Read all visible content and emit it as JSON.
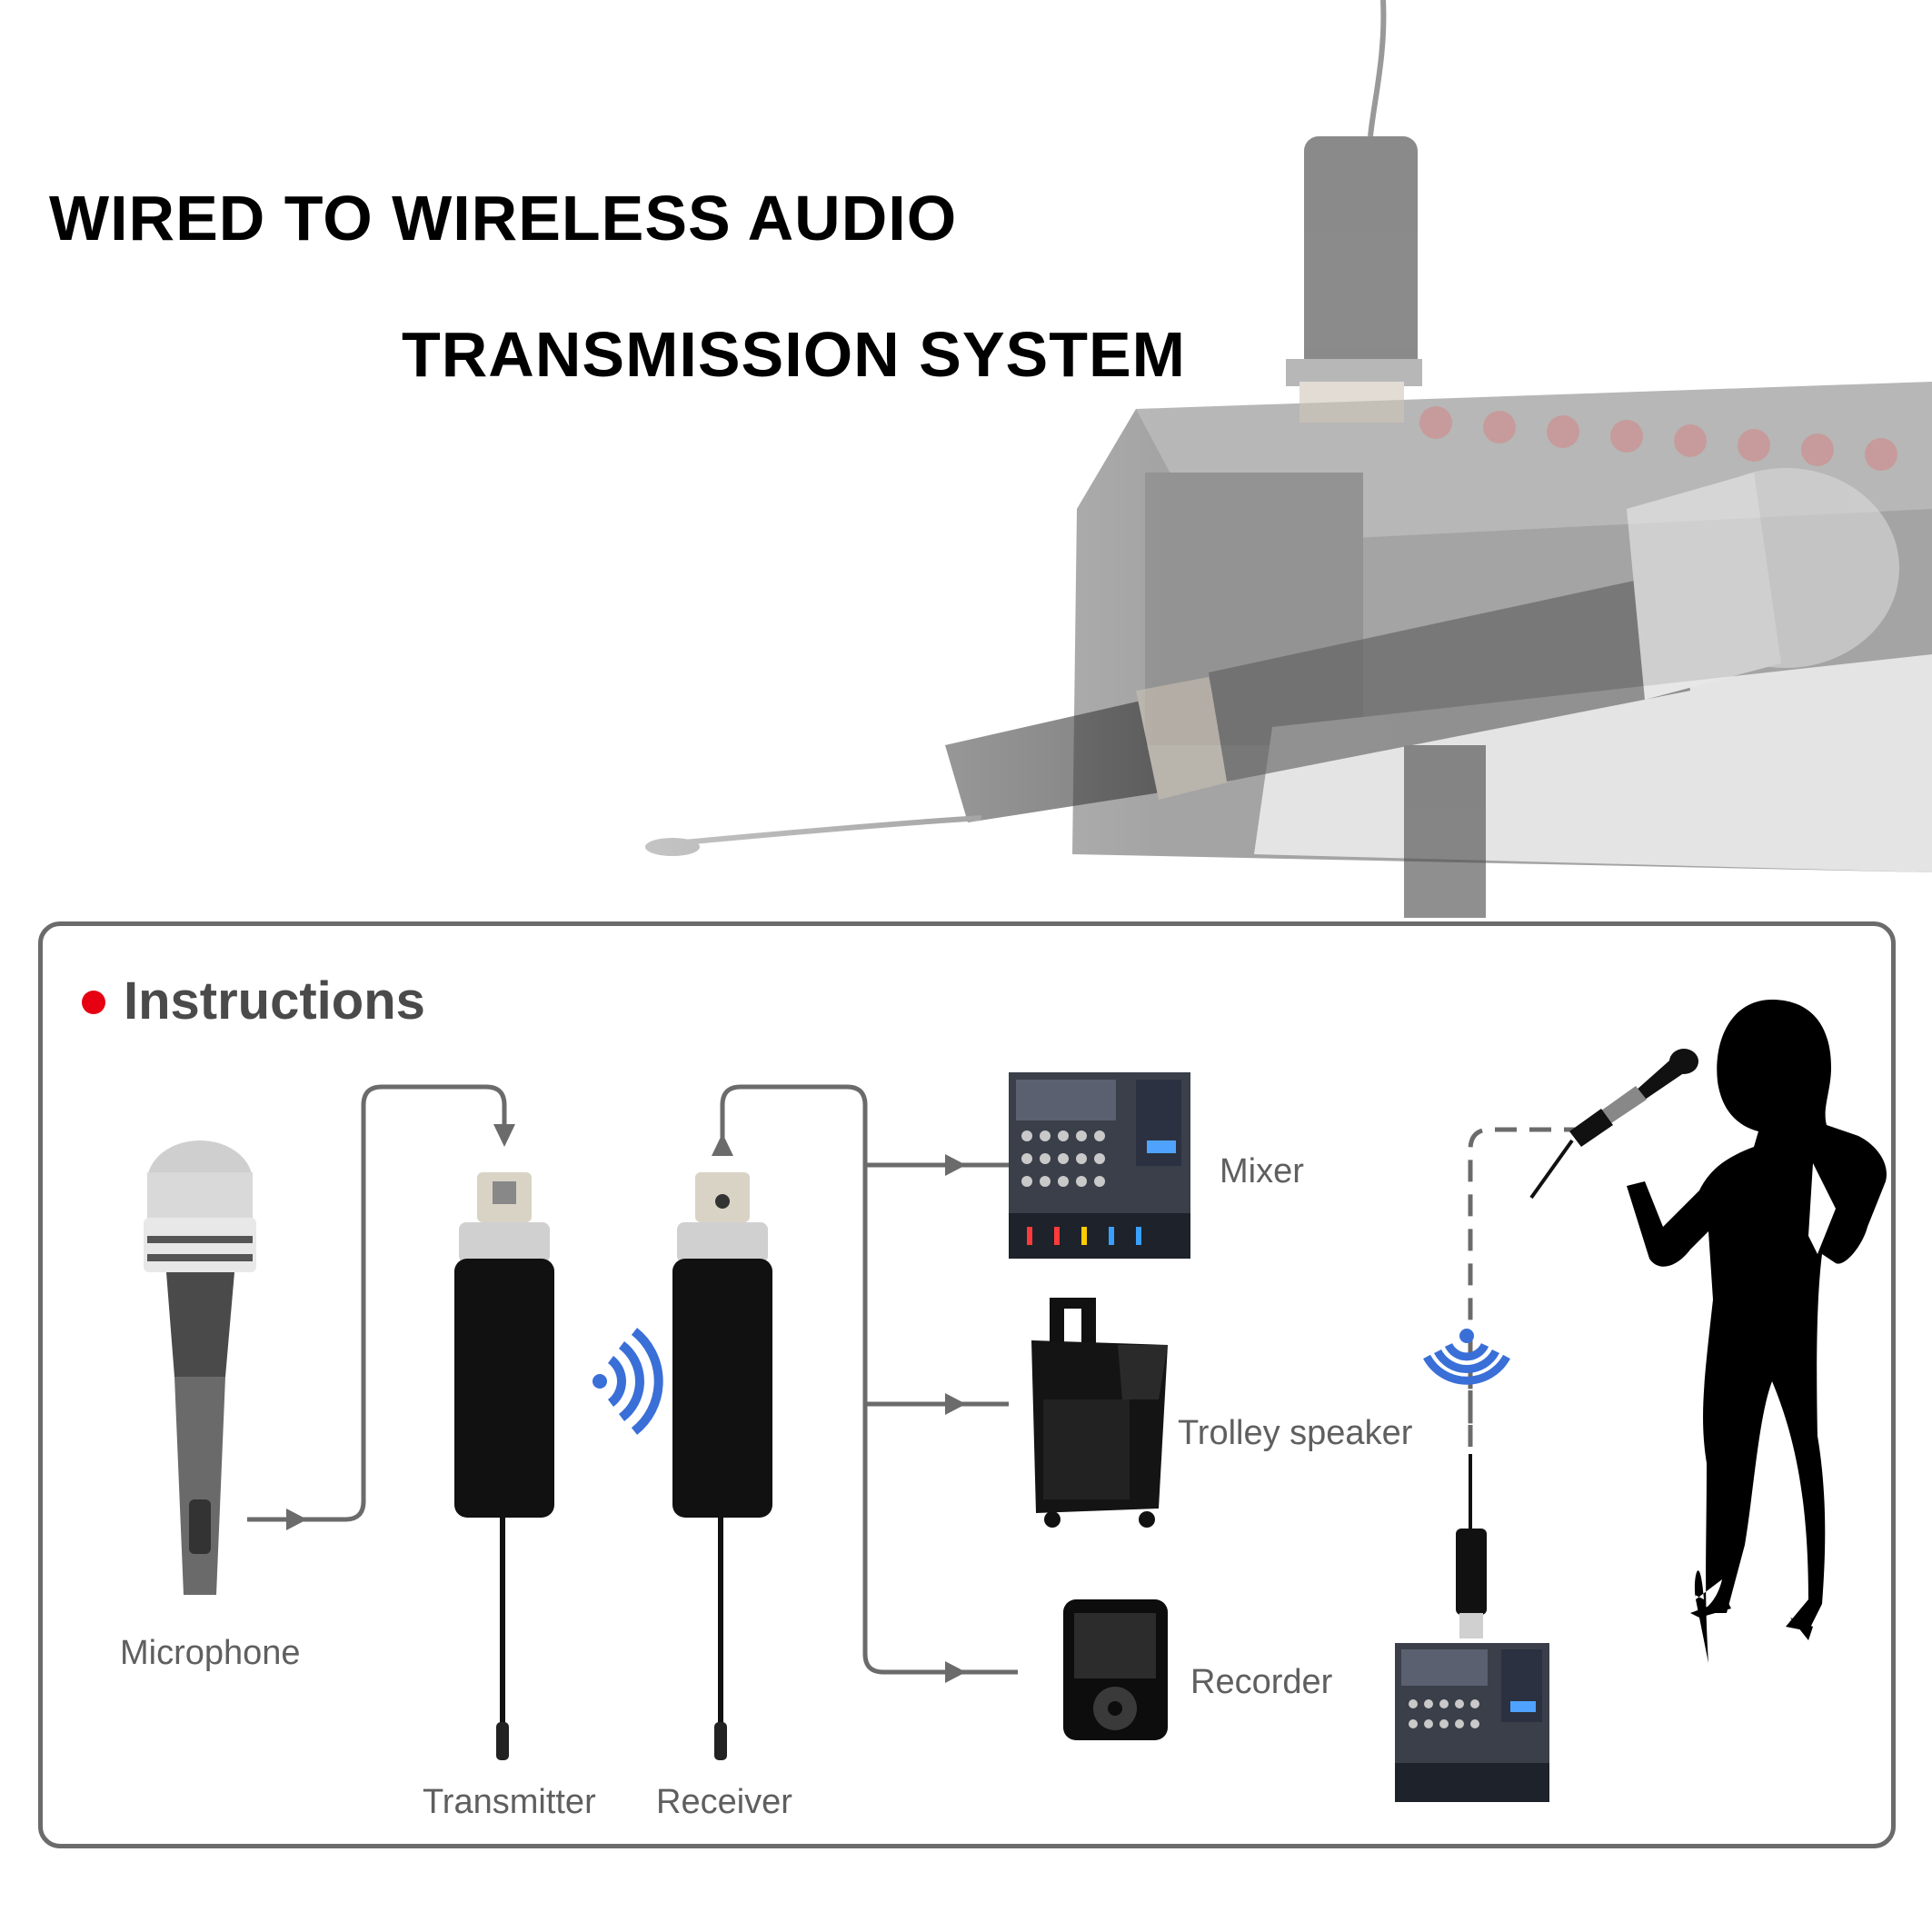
{
  "title": {
    "line1": "WIRED TO WIRELESS AUDIO",
    "line2": "TRANSMISSION SYSTEM"
  },
  "instructions": {
    "heading": "Instructions",
    "bullet_color": "#e60012"
  },
  "labels": {
    "microphone": "Microphone",
    "transmitter": "Transmitter",
    "receiver": "Receiver",
    "mixer": "Mixer",
    "trolley_speaker": "Trolley speaker",
    "recorder": "Recorder"
  },
  "colors": {
    "line": "#6b6b6b",
    "wireless": "#3a6fd8",
    "device": "#111111"
  },
  "icons": [
    "microphone-icon",
    "transmitter-icon",
    "receiver-icon",
    "wireless-signal-icon",
    "mixer-icon",
    "trolley-speaker-icon",
    "recorder-icon",
    "singer-silhouette-icon"
  ]
}
